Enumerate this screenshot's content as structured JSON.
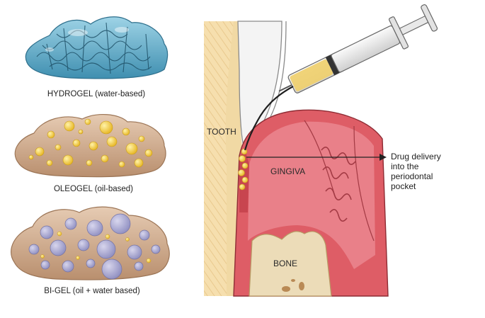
{
  "gels": [
    {
      "id": "hydrogel",
      "label": "HYDROGEL (water-based)",
      "color": "#5aa6c4"
    },
    {
      "id": "oleogel",
      "label": "OLEOGEL (oil-based)",
      "color": "#cfa98c"
    },
    {
      "id": "bigel",
      "label": "BI-GEL (oil + water based)",
      "color": "#cfa98c"
    }
  ],
  "anatomy": {
    "tooth": "TOOTH",
    "gingiva": "GINGIVA",
    "bone": "BONE"
  },
  "callout": {
    "lines": [
      "Drug delivery",
      "into the",
      "periodontal",
      "pocket"
    ]
  },
  "colors": {
    "gingiva": "#e0676f",
    "gingiva_dark": "#c8454f",
    "bone": "#ecdcb8",
    "tooth": "#f3d9a6",
    "syringe_fill": "#f0cf6a"
  }
}
